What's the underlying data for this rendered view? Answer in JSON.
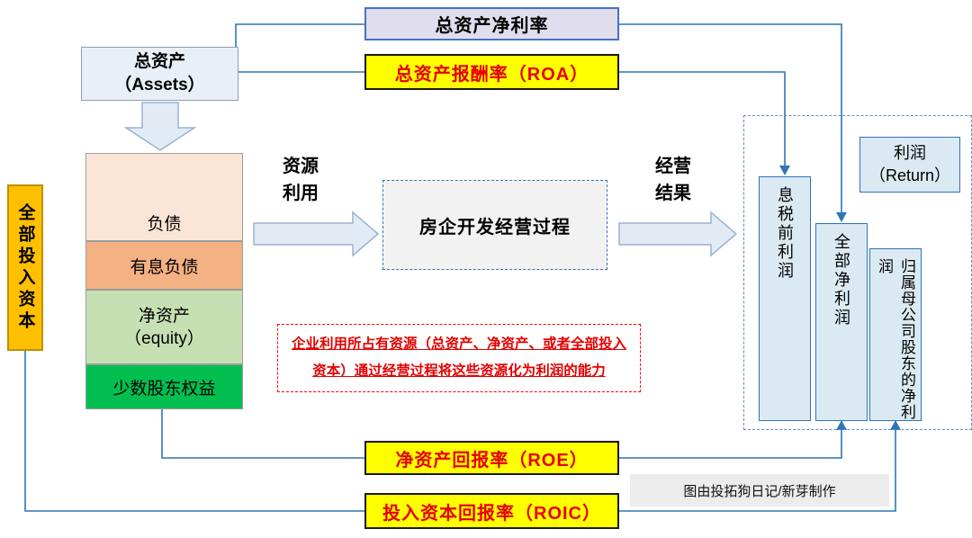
{
  "colors": {
    "highlight_yellow": "#FFFF00",
    "metric_text_red": "#E60000",
    "lavender_box": "#E2DDEC",
    "invested_capital_orange": "#FFC000",
    "liabilities_peach": "#FBE5D6",
    "interest_bearing_tan": "#F4B183",
    "equity_green": "#C6E0B4",
    "minority_green": "#00BF50",
    "profit_bar_blue": "#DBEAF2",
    "connector_blue": "#2E75B6",
    "process_box_gray": "#F2F2F2",
    "credit_box_gray": "#ECECEC"
  },
  "top_metrics": {
    "net_margin": "总资产净利率",
    "roa": "总资产报酬率（ROA）"
  },
  "assets_box": {
    "line1": "总资产",
    "line2": "（Assets）"
  },
  "invested_capital": "全部投入资本",
  "capital_stack": {
    "liabilities": "负债",
    "interest_bearing": "有息负债",
    "equity_line1": "净资产",
    "equity_line2": "（equity）",
    "minority_interest": "少数股东权益"
  },
  "flow": {
    "resource_line1": "资源",
    "resource_line2": "利用",
    "process": "房企开发经营过程",
    "result_line1": "经营",
    "result_line2": "结果"
  },
  "profit": {
    "return_line1": "利润",
    "return_line2": "（Return）",
    "ebit": "息税前利润",
    "total_net": "全部净利润",
    "parent_net": "归属母公司股东的净利润"
  },
  "note": {
    "line1": "企业利用所占有资源（总资产、净资产、或者全部投入",
    "line2": "资本）通过经营过程将这些资源化为利润的能力"
  },
  "bottom_metrics": {
    "roe": "净资产回报率（ROE）",
    "roic": "投入资本回报率（ROIC）"
  },
  "credit": "图由投拓狗日记/新芽制作"
}
